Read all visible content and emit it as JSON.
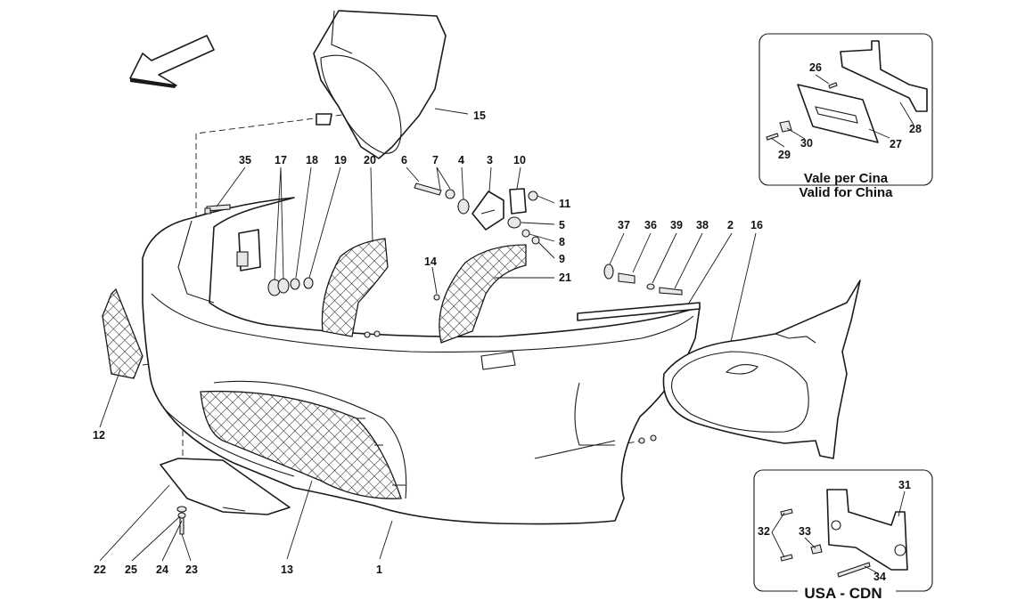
{
  "callouts": [
    {
      "id": "c1",
      "label": "1"
    },
    {
      "id": "c2",
      "label": "2"
    },
    {
      "id": "c3",
      "label": "3"
    },
    {
      "id": "c4",
      "label": "4"
    },
    {
      "id": "c5",
      "label": "5"
    },
    {
      "id": "c6",
      "label": "6"
    },
    {
      "id": "c7",
      "label": "7"
    },
    {
      "id": "c8",
      "label": "8"
    },
    {
      "id": "c9",
      "label": "9"
    },
    {
      "id": "c10",
      "label": "10"
    },
    {
      "id": "c11",
      "label": "11"
    },
    {
      "id": "c12",
      "label": "12"
    },
    {
      "id": "c13",
      "label": "13"
    },
    {
      "id": "c14",
      "label": "14"
    },
    {
      "id": "c15",
      "label": "15"
    },
    {
      "id": "c16",
      "label": "16"
    },
    {
      "id": "c17",
      "label": "17"
    },
    {
      "id": "c18",
      "label": "18"
    },
    {
      "id": "c19",
      "label": "19"
    },
    {
      "id": "c20",
      "label": "20"
    },
    {
      "id": "c21",
      "label": "21"
    },
    {
      "id": "c22",
      "label": "22"
    },
    {
      "id": "c23",
      "label": "23"
    },
    {
      "id": "c24",
      "label": "24"
    },
    {
      "id": "c25",
      "label": "25"
    },
    {
      "id": "c26",
      "label": "26"
    },
    {
      "id": "c27",
      "label": "27"
    },
    {
      "id": "c28",
      "label": "28"
    },
    {
      "id": "c29",
      "label": "29"
    },
    {
      "id": "c30",
      "label": "30"
    },
    {
      "id": "c31",
      "label": "31"
    },
    {
      "id": "c32",
      "label": "32"
    },
    {
      "id": "c33",
      "label": "33"
    },
    {
      "id": "c34",
      "label": "34"
    },
    {
      "id": "c35",
      "label": "35"
    },
    {
      "id": "c36",
      "label": "36"
    },
    {
      "id": "c37",
      "label": "37"
    },
    {
      "id": "c38",
      "label": "38"
    },
    {
      "id": "c39",
      "label": "39"
    }
  ],
  "china_box": {
    "title_line1": "Vale per Cina",
    "title_line2": "Valid for China"
  },
  "usa_box": {
    "title": "USA - CDN"
  },
  "icons": {
    "direction_arrow": "arrow-left-icon"
  }
}
